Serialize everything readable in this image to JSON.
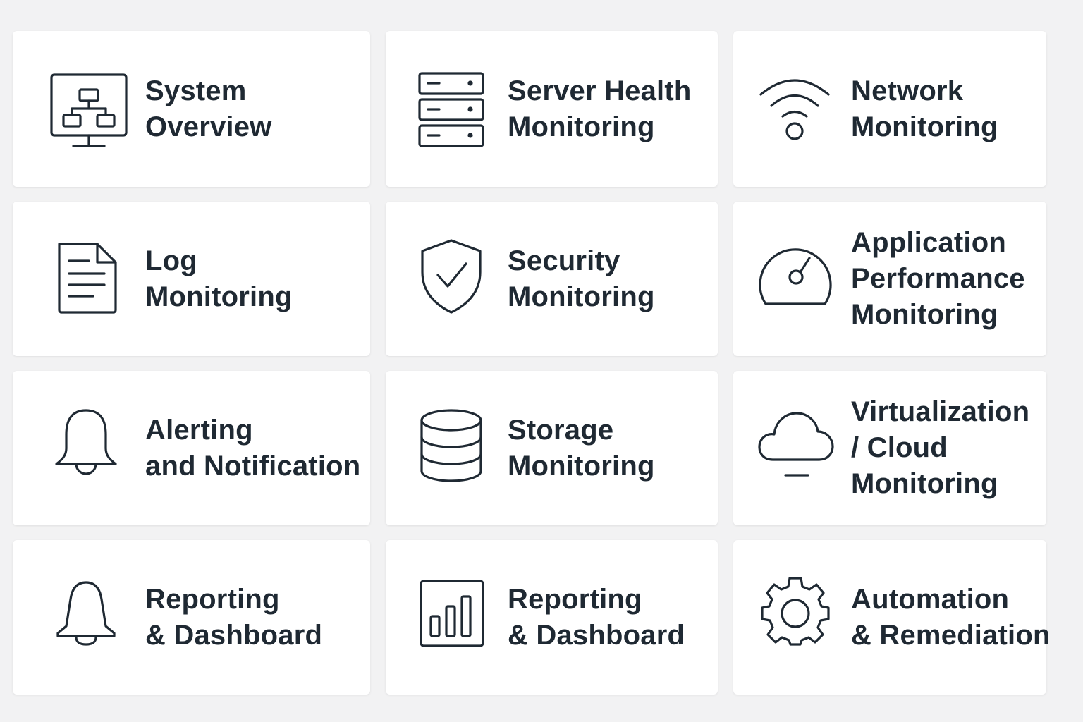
{
  "colors": {
    "background": "#f2f2f3",
    "card": "#ffffff",
    "ink": "#1f2933"
  },
  "cards": [
    {
      "icon": "monitor-hierarchy-icon",
      "lines": [
        "System",
        "Overview"
      ]
    },
    {
      "icon": "server-rack-icon",
      "lines": [
        "Server Health",
        "Monitoring"
      ]
    },
    {
      "icon": "wifi-icon",
      "lines": [
        "Network",
        "Monitoring"
      ]
    },
    {
      "icon": "document-icon",
      "lines": [
        "Log",
        "Monitoring"
      ]
    },
    {
      "icon": "shield-check-icon",
      "lines": [
        "Security",
        "Monitoring"
      ]
    },
    {
      "icon": "gauge-icon",
      "lines": [
        "Application",
        "Performance",
        "Monitoring"
      ]
    },
    {
      "icon": "bell-icon",
      "lines": [
        "Alerting",
        "and Notification"
      ]
    },
    {
      "icon": "database-icon",
      "lines": [
        "Storage",
        "Monitoring"
      ]
    },
    {
      "icon": "cloud-icon",
      "lines": [
        "Virtualization",
        "/ Cloud",
        "Monitoring"
      ]
    },
    {
      "icon": "bell-icon",
      "lines": [
        "Reporting",
        "& Dashboard"
      ]
    },
    {
      "icon": "bar-chart-icon",
      "lines": [
        "Reporting",
        "& Dashboard"
      ]
    },
    {
      "icon": "gear-icon",
      "lines": [
        "Automation",
        "& Remediation"
      ]
    }
  ]
}
